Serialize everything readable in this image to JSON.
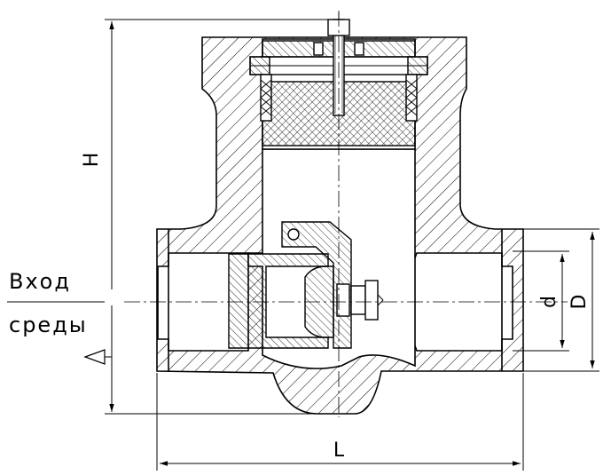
{
  "labels": {
    "inlet_top": "Вход",
    "inlet_bottom": "среды",
    "dim_height": "H",
    "dim_length": "L",
    "dim_inner_diameter": "d",
    "dim_outer_diameter": "D"
  },
  "colors": {
    "line": "#000000",
    "background": "#ffffff"
  }
}
